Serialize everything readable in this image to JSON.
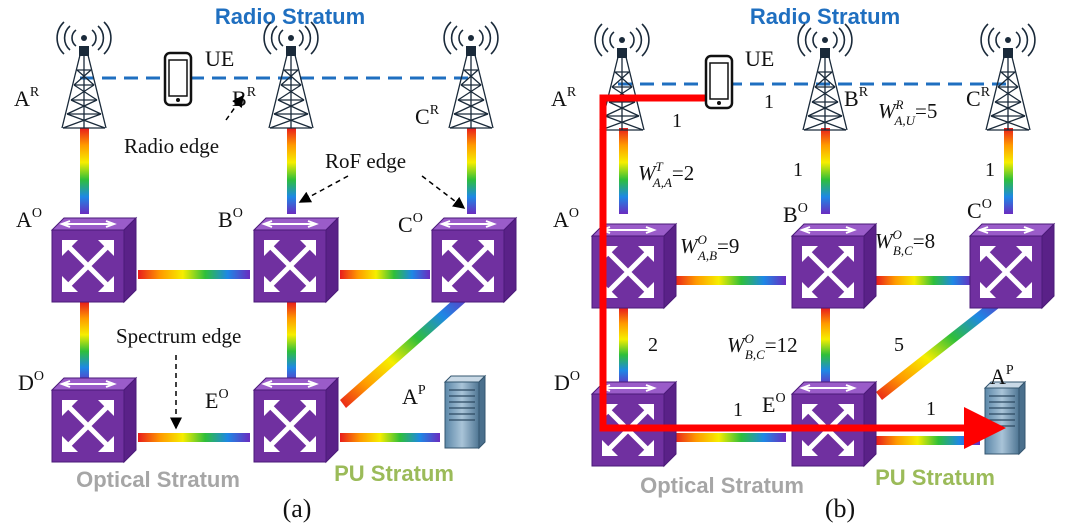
{
  "panel_a": {
    "caption": "(a)",
    "radio_stratum": "Radio Stratum",
    "optical_stratum": "Optical Stratum",
    "pu_stratum": "PU Stratum",
    "ue": "UE",
    "radio_edge": "Radio edge",
    "rof_edge": "RoF edge",
    "spectrum_edge": "Spectrum edge",
    "nodes": {
      "AR": {
        "base": "A",
        "sup": "R"
      },
      "BR": {
        "base": "B",
        "sup": "R"
      },
      "CR": {
        "base": "C",
        "sup": "R"
      },
      "AO": {
        "base": "A",
        "sup": "O"
      },
      "BO": {
        "base": "B",
        "sup": "O"
      },
      "CO": {
        "base": "C",
        "sup": "O"
      },
      "DO": {
        "base": "D",
        "sup": "O"
      },
      "EO": {
        "base": "E",
        "sup": "O"
      },
      "AP": {
        "base": "A",
        "sup": "P"
      }
    }
  },
  "panel_b": {
    "caption": "(b)",
    "radio_stratum": "Radio Stratum",
    "optical_stratum": "Optical Stratum",
    "pu_stratum": "PU Stratum",
    "ue": "UE",
    "nodes": {
      "AR": {
        "base": "A",
        "sup": "R"
      },
      "BR": {
        "base": "B",
        "sup": "R"
      },
      "CR": {
        "base": "C",
        "sup": "R"
      },
      "AO": {
        "base": "A",
        "sup": "O"
      },
      "BO": {
        "base": "B",
        "sup": "O"
      },
      "CO": {
        "base": "C",
        "sup": "O"
      },
      "DO": {
        "base": "D",
        "sup": "O"
      },
      "EO": {
        "base": "E",
        "sup": "O"
      },
      "AP": {
        "base": "A",
        "sup": "P"
      }
    },
    "weights": {
      "ue_left": "1",
      "ue_right": "1",
      "b_rof": "1",
      "c_rof": "1",
      "a_d": "2",
      "d_e": "1",
      "c_e": "5",
      "e_p": "1",
      "w_r": {
        "base": "W",
        "sup": "R",
        "sub": "A,U",
        "val": "=5"
      },
      "w_t": {
        "base": "W",
        "sup": "T",
        "sub": "A,A",
        "val": "=2"
      },
      "w_ab": {
        "base": "W",
        "sup": "O",
        "sub": "A,B",
        "val": "=9"
      },
      "w_bc": {
        "base": "W",
        "sup": "O",
        "sub": "B,C",
        "val": "=8"
      },
      "w_be": {
        "base": "W",
        "sup": "O",
        "sub": "B,C",
        "val": "=12"
      }
    }
  },
  "colors": {
    "radio_blue": "#1f6fc0",
    "optical_gray": "#a6a6a6",
    "pu_green": "#9bbb59",
    "switch_purple": "#7030a0",
    "path_red": "#ff0000"
  }
}
